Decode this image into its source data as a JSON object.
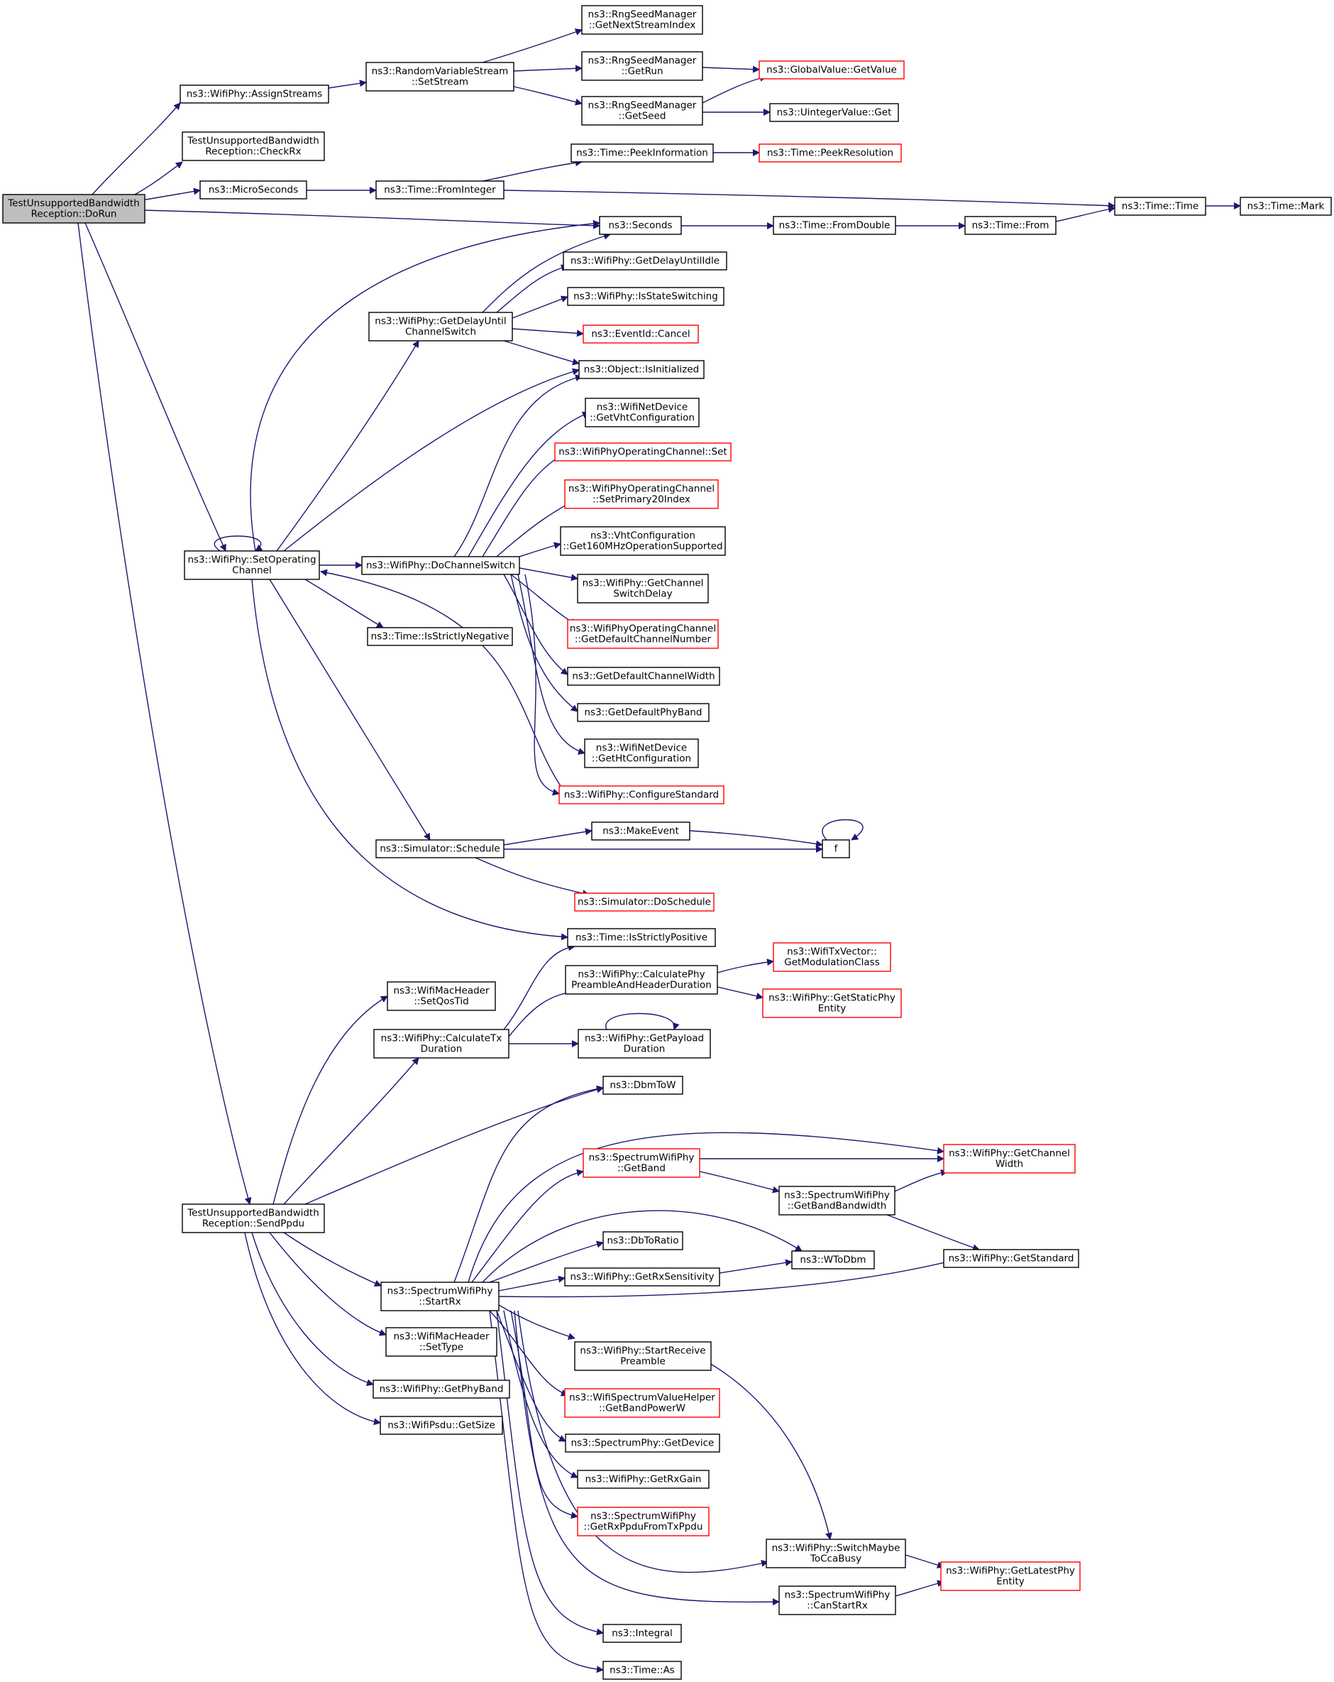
{
  "diagram": {
    "type": "call-graph",
    "colors": {
      "edge": "#191970",
      "node_border": "#000000",
      "node_border_incomplete": "#ff0000",
      "root_fill": "#bfbfbf",
      "node_fill": "#ffffff"
    }
  },
  "nodes": [
    {
      "id": "dorun",
      "lines": [
        "TestUnsupportedBandwidth",
        "Reception::DoRun"
      ],
      "style": "root"
    },
    {
      "id": "assignstreams",
      "lines": [
        "ns3::WifiPhy::AssignStreams"
      ],
      "style": "normal"
    },
    {
      "id": "rvsetstream",
      "lines": [
        "ns3::RandomVariableStream",
        "::SetStream"
      ],
      "style": "normal"
    },
    {
      "id": "rngnext",
      "lines": [
        "ns3::RngSeedManager",
        "::GetNextStreamIndex"
      ],
      "style": "normal"
    },
    {
      "id": "rnggetrun",
      "lines": [
        "ns3::RngSeedManager",
        "::GetRun"
      ],
      "style": "normal"
    },
    {
      "id": "rnggetseed",
      "lines": [
        "ns3::RngSeedManager",
        "::GetSeed"
      ],
      "style": "normal"
    },
    {
      "id": "globalvalue",
      "lines": [
        "ns3::GlobalValue::GetValue"
      ],
      "style": "red"
    },
    {
      "id": "uintegerget",
      "lines": [
        "ns3::UintegerValue::Get"
      ],
      "style": "normal"
    },
    {
      "id": "checkrx",
      "lines": [
        "TestUnsupportedBandwidth",
        "Reception::CheckRx"
      ],
      "style": "normal"
    },
    {
      "id": "microseconds",
      "lines": [
        "ns3::MicroSeconds"
      ],
      "style": "normal"
    },
    {
      "id": "frominteger",
      "lines": [
        "ns3::Time::FromInteger"
      ],
      "style": "normal"
    },
    {
      "id": "peekinfo",
      "lines": [
        "ns3::Time::PeekInformation"
      ],
      "style": "normal"
    },
    {
      "id": "peekres",
      "lines": [
        "ns3::Time::PeekResolution"
      ],
      "style": "red"
    },
    {
      "id": "timetime",
      "lines": [
        "ns3::Time::Time"
      ],
      "style": "normal"
    },
    {
      "id": "timemark",
      "lines": [
        "ns3::Time::Mark"
      ],
      "style": "normal"
    },
    {
      "id": "seconds",
      "lines": [
        "ns3::Seconds"
      ],
      "style": "normal"
    },
    {
      "id": "fromdouble",
      "lines": [
        "ns3::Time::FromDouble"
      ],
      "style": "normal"
    },
    {
      "id": "timefrom",
      "lines": [
        "ns3::Time::From"
      ],
      "style": "normal"
    },
    {
      "id": "getdelayidle",
      "lines": [
        "ns3::WifiPhy::GetDelayUntilIdle"
      ],
      "style": "normal"
    },
    {
      "id": "getdelaych",
      "lines": [
        "ns3::WifiPhy::GetDelayUntil",
        "ChannelSwitch"
      ],
      "style": "normal"
    },
    {
      "id": "isstatesw",
      "lines": [
        "ns3::WifiPhy::IsStateSwitching"
      ],
      "style": "normal"
    },
    {
      "id": "eventcancel",
      "lines": [
        "ns3::EventId::Cancel"
      ],
      "style": "red"
    },
    {
      "id": "isinit",
      "lines": [
        "ns3::Object::IsInitialized"
      ],
      "style": "normal"
    },
    {
      "id": "getvht",
      "lines": [
        "ns3::WifiNetDevice",
        "::GetVhtConfiguration"
      ],
      "style": "normal"
    },
    {
      "id": "opchset",
      "lines": [
        "ns3::WifiPhyOperatingChannel::Set"
      ],
      "style": "red"
    },
    {
      "id": "setprimary",
      "lines": [
        "ns3::WifiPhyOperatingChannel",
        "::SetPrimary20Index"
      ],
      "style": "red"
    },
    {
      "id": "get160",
      "lines": [
        "ns3::VhtConfiguration",
        "::Get160MHzOperationSupported"
      ],
      "style": "normal"
    },
    {
      "id": "setopch",
      "lines": [
        "ns3::WifiPhy::SetOperating",
        "Channel"
      ],
      "style": "normal"
    },
    {
      "id": "dochsw",
      "lines": [
        "ns3::WifiPhy::DoChannelSwitch"
      ],
      "style": "normal"
    },
    {
      "id": "getchswdelay",
      "lines": [
        "ns3::WifiPhy::GetChannel",
        "SwitchDelay"
      ],
      "style": "normal"
    },
    {
      "id": "getdefchnum",
      "lines": [
        "ns3::WifiPhyOperatingChannel",
        "::GetDefaultChannelNumber"
      ],
      "style": "red"
    },
    {
      "id": "isstrictneg",
      "lines": [
        "ns3::Time::IsStrictlyNegative"
      ],
      "style": "normal"
    },
    {
      "id": "getdefchw",
      "lines": [
        "ns3::GetDefaultChannelWidth"
      ],
      "style": "normal"
    },
    {
      "id": "getdefband",
      "lines": [
        "ns3::GetDefaultPhyBand"
      ],
      "style": "normal"
    },
    {
      "id": "getht",
      "lines": [
        "ns3::WifiNetDevice",
        "::GetHtConfiguration"
      ],
      "style": "normal"
    },
    {
      "id": "configstd",
      "lines": [
        "ns3::WifiPhy::ConfigureStandard"
      ],
      "style": "red"
    },
    {
      "id": "makeevent",
      "lines": [
        "ns3::MakeEvent"
      ],
      "style": "normal"
    },
    {
      "id": "schedule",
      "lines": [
        "ns3::Simulator::Schedule"
      ],
      "style": "normal"
    },
    {
      "id": "f",
      "lines": [
        "f"
      ],
      "style": "normal"
    },
    {
      "id": "doschedule",
      "lines": [
        "ns3::Simulator::DoSchedule"
      ],
      "style": "red"
    },
    {
      "id": "isstrictpos",
      "lines": [
        "ns3::Time::IsStrictlyPositive"
      ],
      "style": "normal"
    },
    {
      "id": "getmodclass",
      "lines": [
        "ns3::WifiTxVector::",
        "GetModulationClass"
      ],
      "style": "red"
    },
    {
      "id": "calcpreamble",
      "lines": [
        "ns3::WifiPhy::CalculatePhy",
        "PreambleAndHeaderDuration"
      ],
      "style": "normal"
    },
    {
      "id": "setqostid",
      "lines": [
        "ns3::WifiMacHeader",
        "::SetQosTid"
      ],
      "style": "normal"
    },
    {
      "id": "getstaticphy",
      "lines": [
        "ns3::WifiPhy::GetStaticPhy",
        "Entity"
      ],
      "style": "red"
    },
    {
      "id": "calctx",
      "lines": [
        "ns3::WifiPhy::CalculateTx",
        "Duration"
      ],
      "style": "normal"
    },
    {
      "id": "getpayload",
      "lines": [
        "ns3::WifiPhy::GetPayload",
        "Duration"
      ],
      "style": "normal"
    },
    {
      "id": "dbmtow",
      "lines": [
        "ns3::DbmToW"
      ],
      "style": "normal"
    },
    {
      "id": "swgetband",
      "lines": [
        "ns3::SpectrumWifiPhy",
        "::GetBand"
      ],
      "style": "red"
    },
    {
      "id": "getchwidth",
      "lines": [
        "ns3::WifiPhy::GetChannel",
        "Width"
      ],
      "style": "red"
    },
    {
      "id": "getbandbw",
      "lines": [
        "ns3::SpectrumWifiPhy",
        "::GetBandBandwidth"
      ],
      "style": "normal"
    },
    {
      "id": "sendppdu",
      "lines": [
        "TestUnsupportedBandwidth",
        "Reception::SendPpdu"
      ],
      "style": "normal"
    },
    {
      "id": "dbtoratio",
      "lines": [
        "ns3::DbToRatio"
      ],
      "style": "normal"
    },
    {
      "id": "wtodbm",
      "lines": [
        "ns3::WToDbm"
      ],
      "style": "normal"
    },
    {
      "id": "getstandard",
      "lines": [
        "ns3::WifiPhy::GetStandard"
      ],
      "style": "normal"
    },
    {
      "id": "startrx",
      "lines": [
        "ns3::SpectrumWifiPhy",
        "::StartRx"
      ],
      "style": "normal"
    },
    {
      "id": "getrxsens",
      "lines": [
        "ns3::WifiPhy::GetRxSensitivity"
      ],
      "style": "normal"
    },
    {
      "id": "settype",
      "lines": [
        "ns3::WifiMacHeader",
        "::SetType"
      ],
      "style": "normal"
    },
    {
      "id": "startpreamble",
      "lines": [
        "ns3::WifiPhy::StartReceive",
        "Preamble"
      ],
      "style": "normal"
    },
    {
      "id": "getphyband",
      "lines": [
        "ns3::WifiPhy::GetPhyBand"
      ],
      "style": "normal"
    },
    {
      "id": "bandpowerw",
      "lines": [
        "ns3::WifiSpectrumValueHelper",
        "::GetBandPowerW"
      ],
      "style": "red"
    },
    {
      "id": "psdusize",
      "lines": [
        "ns3::WifiPsdu::GetSize"
      ],
      "style": "normal"
    },
    {
      "id": "getdevice",
      "lines": [
        "ns3::SpectrumPhy::GetDevice"
      ],
      "style": "normal"
    },
    {
      "id": "getrxgain",
      "lines": [
        "ns3::WifiPhy::GetRxGain"
      ],
      "style": "normal"
    },
    {
      "id": "getrxppdu",
      "lines": [
        "ns3::SpectrumWifiPhy",
        "::GetRxPpduFromTxPpdu"
      ],
      "style": "red"
    },
    {
      "id": "switchcca",
      "lines": [
        "ns3::WifiPhy::SwitchMaybe",
        "ToCcaBusy"
      ],
      "style": "normal"
    },
    {
      "id": "getlatestphy",
      "lines": [
        "ns3::WifiPhy::GetLatestPhy",
        "Entity"
      ],
      "style": "red"
    },
    {
      "id": "canstartrx",
      "lines": [
        "ns3::SpectrumWifiPhy",
        "::CanStartRx"
      ],
      "style": "normal"
    },
    {
      "id": "integral",
      "lines": [
        "ns3::Integral"
      ],
      "style": "normal"
    },
    {
      "id": "timeas",
      "lines": [
        "ns3::Time::As"
      ],
      "style": "normal"
    }
  ]
}
